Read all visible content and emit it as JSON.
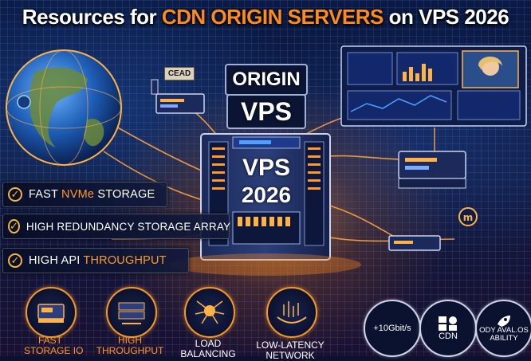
{
  "title": {
    "part1": "Resources for ",
    "highlight": "CDN ORIGIN SERVERS",
    "part2": " on VPS 2026"
  },
  "server": {
    "origin_label": "ORIGIN",
    "vps_label": "VPS",
    "rack_label_line1": "VPS",
    "rack_label_line2": "2026"
  },
  "small_server_badge": "CEAD",
  "features": [
    {
      "prefix": "FAST ",
      "accent": "NVMe",
      "suffix": " STORAGE"
    },
    {
      "prefix": "HIGH REDUNDANCY STORAGE ARRAY",
      "accent": "",
      "suffix": ""
    },
    {
      "prefix": "HIGH API ",
      "accent": "THROUGHPUT",
      "suffix": ""
    }
  ],
  "bottom_icons": [
    {
      "line1": "FAST",
      "line2": "STORAGE IO"
    },
    {
      "line1": "HIGH",
      "line2": "THROUGHPUT"
    },
    {
      "line1": "LOAD",
      "line2": "BALANCING"
    },
    {
      "line1": "LOW-LATENCY",
      "line2": "NETWORK"
    }
  ],
  "right_circles": [
    {
      "text": "+10Gbit/s"
    },
    {
      "text": "CDN"
    },
    {
      "line1": "ODY AVAL.OS",
      "line2": "ABILITY"
    }
  ],
  "colors": {
    "accent_orange": "#ff8a1c",
    "check_gold": "#f4b63a",
    "background_navy": "#0b1230"
  }
}
